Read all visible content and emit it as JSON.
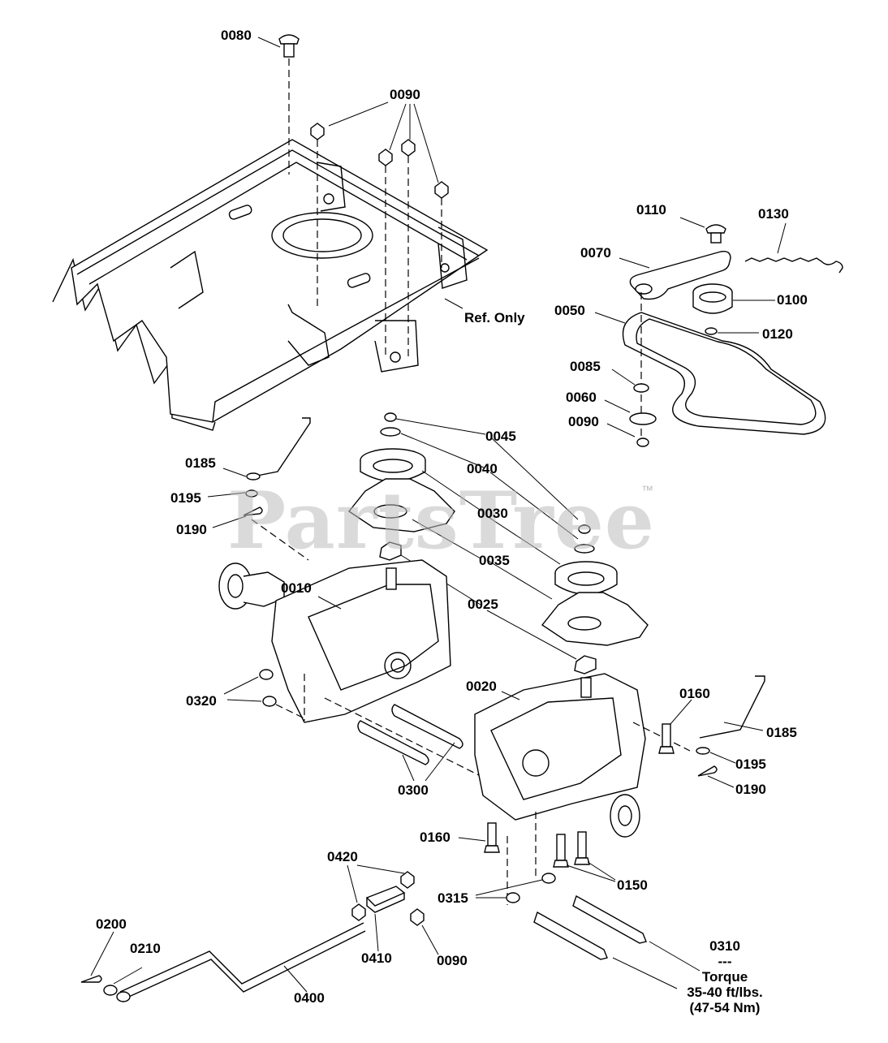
{
  "labels": {
    "p0080": "0080",
    "p0090_top": "0090",
    "ref_only": "Ref. Only",
    "p0110": "0110",
    "p0130": "0130",
    "p0070": "0070",
    "p0100": "0100",
    "p0050": "0050",
    "p0120": "0120",
    "p0085": "0085",
    "p0060": "0060",
    "p0090_mid": "0090",
    "p0045": "0045",
    "p0040": "0040",
    "p0030": "0030",
    "p0035": "0035",
    "p0025": "0025",
    "p0185_left": "0185",
    "p0195_left": "0195",
    "p0190_left": "0190",
    "p0010": "0010",
    "p0020": "0020",
    "p0320": "0320",
    "p0300": "0300",
    "p0160_right": "0160",
    "p0185_right": "0185",
    "p0195_right": "0195",
    "p0190_right": "0190",
    "p0160_left": "0160",
    "p0150": "0150",
    "p0315": "0315",
    "p0420": "0420",
    "p0410": "0410",
    "p0090_bottom": "0090",
    "p0200": "0200",
    "p0210": "0210",
    "p0400": "0400"
  },
  "torque_note": {
    "part": "0310",
    "separator": "---",
    "title": "Torque",
    "imperial": "35-40 ft/lbs.",
    "metric": "(47-54 Nm)"
  },
  "watermark": "PartsTree",
  "trademark": "™"
}
